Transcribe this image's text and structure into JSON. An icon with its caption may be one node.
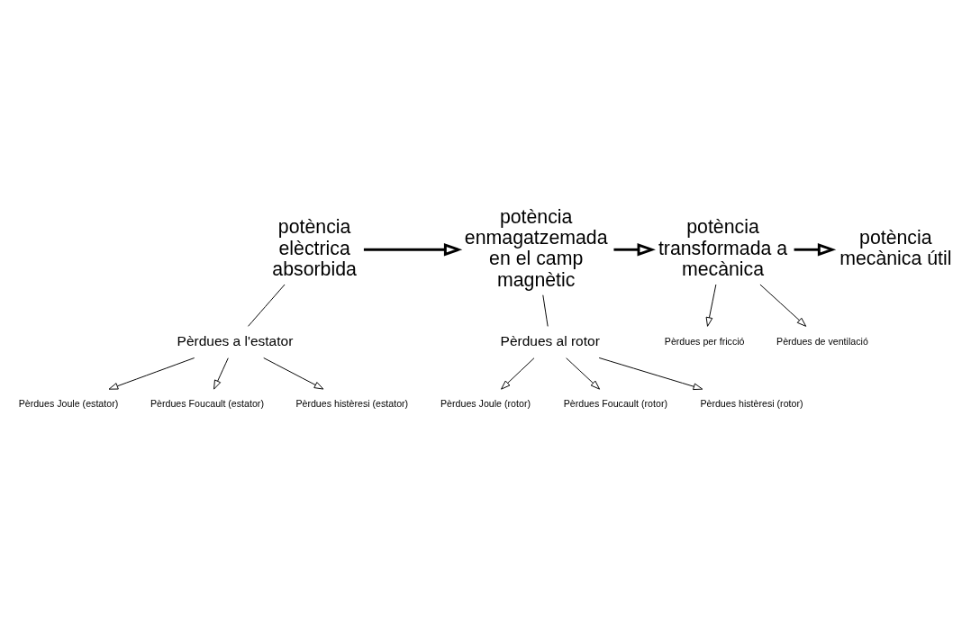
{
  "diagram": {
    "nodes": [
      {
        "text": [
          "potència elèctrica absorbida"
        ]
      },
      {
        "text": [
          "potència enmagatzemada en el camp magnètic"
        ]
      },
      {
        "text": [
          "potència transformada a mecànica"
        ]
      },
      {
        "text": [
          "potència mecànica útil"
        ]
      },
      {
        "text": [
          "Pèrdues a l'estator"
        ]
      },
      {
        "text": [
          "Pèrdues Joule (estator)"
        ]
      },
      {
        "text": [
          "Pèrdues Foucault (estator)"
        ]
      },
      {
        "text": [
          "Pèrdues histèresi (estator)"
        ]
      },
      {
        "text": [
          "Pèrdues al rotor"
        ]
      },
      {
        "text": [
          "Pèrdues Joule (rotor)"
        ]
      },
      {
        "text": [
          "Pèrdues Foucault (rotor)"
        ]
      },
      {
        "text": [
          "Pèrdues histèresi (rotor)"
        ]
      },
      {
        "text": [
          "Pèrdues per fricció"
        ]
      },
      {
        "text": [
          "Pèrdues de ventilació"
        ]
      }
    ],
    "edges": [
      {
        "from": 0,
        "to": 1,
        "arrow": "to",
        "style": "thick"
      },
      {
        "from": 1,
        "to": 2,
        "arrow": "to",
        "style": "thick"
      },
      {
        "from": 2,
        "to": 3,
        "arrow": "to",
        "style": "thick"
      },
      {
        "from": 0,
        "to": 4,
        "arrow": "none"
      },
      {
        "from": 4,
        "to": 5,
        "arrow": "to"
      },
      {
        "from": 4,
        "to": 6,
        "arrow": "to"
      },
      {
        "from": 4,
        "to": 7,
        "arrow": "to"
      },
      {
        "from": 1,
        "to": 8,
        "arrow": "none"
      },
      {
        "from": 8,
        "to": 9,
        "arrow": "to"
      },
      {
        "from": 8,
        "to": 10,
        "arrow": "to"
      },
      {
        "from": 8,
        "to": 11,
        "arrow": "to"
      },
      {
        "from": 2,
        "to": 12,
        "arrow": "to"
      },
      {
        "from": 2,
        "to": 13,
        "arrow": "to"
      }
    ]
  }
}
